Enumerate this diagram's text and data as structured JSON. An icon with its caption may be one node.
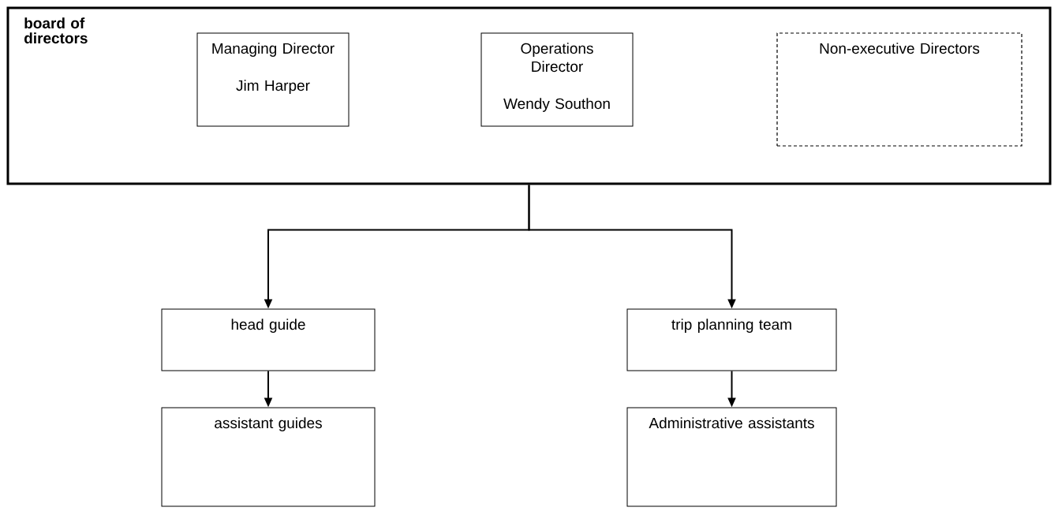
{
  "diagram": {
    "nodes": [
      {
        "text": [
          "board of directors"
        ]
      },
      {
        "text": [
          "Managing Director",
          "Jim Harper"
        ],
        "in": 0
      },
      {
        "text": [
          "Operations Director",
          "Wendy Southon"
        ],
        "in": 0
      },
      {
        "text": [
          "Non-executive Directors"
        ],
        "in": 0
      },
      {
        "text": [
          "head guide"
        ]
      },
      {
        "text": [
          "trip planning team"
        ]
      },
      {
        "text": [
          "assistant guides"
        ]
      },
      {
        "text": [
          "Administrative assistants"
        ]
      }
    ],
    "edges": [
      {
        "from": 0,
        "to": 4,
        "arrow": "to"
      },
      {
        "from": 0,
        "to": 5,
        "arrow": "to"
      },
      {
        "from": 4,
        "to": 6,
        "arrow": "to"
      },
      {
        "from": 5,
        "to": 7,
        "arrow": "to"
      }
    ]
  }
}
